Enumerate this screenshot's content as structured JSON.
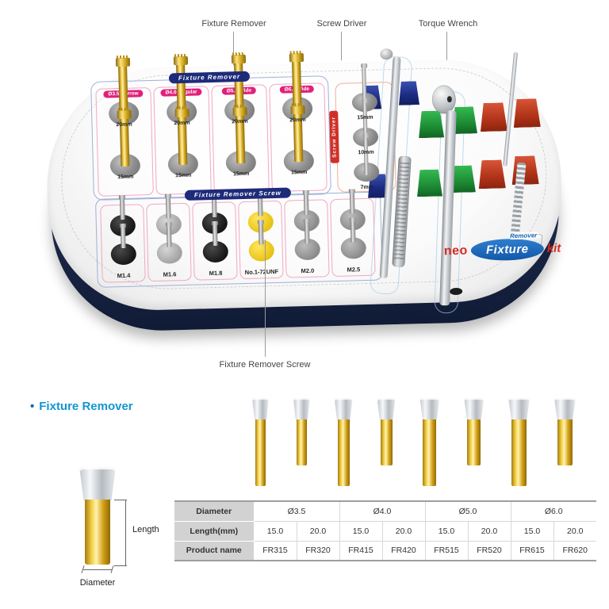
{
  "callouts": {
    "fixture_remover": "Fixture Remover",
    "screw_driver": "Screw Driver",
    "torque_wrench": "Torque Wrench",
    "fixture_remover_screw": "Fixture Remover Screw"
  },
  "kit": {
    "fr_banner": "Fixture Remover",
    "fr_columns": [
      {
        "label": "Ø3.5 Narrow",
        "top_size": "20mm",
        "bottom_size": "15mm"
      },
      {
        "label": "Ø4.0 Regular",
        "top_size": "20mm",
        "bottom_size": "15mm"
      },
      {
        "label": "Ø5.0 Wide",
        "top_size": "20mm",
        "bottom_size": "15mm"
      },
      {
        "label": "Ø6.0 Wide",
        "top_size": "20mm",
        "bottom_size": "15mm"
      }
    ],
    "sd_banner": "Screw Driver",
    "sd_sizes": [
      "15mm",
      "10mm",
      "7mm"
    ],
    "frs_banner": "Fixture Remover Screw",
    "frs_columns": [
      {
        "label": "M1.4"
      },
      {
        "label": "M1.6"
      },
      {
        "label": "M1.8"
      },
      {
        "label": "No.1-72UNF"
      },
      {
        "label": "M2.0"
      },
      {
        "label": "M2.5"
      }
    ],
    "logo": {
      "neo": "neo",
      "fixture": "Fixture",
      "remover": "Remover",
      "kit": "kit"
    }
  },
  "detail": {
    "heading_bullet": "•",
    "heading": "Fixture Remover",
    "length_label": "Length",
    "diameter_label": "Diameter"
  },
  "table": {
    "row_headers": [
      "Diameter",
      "Length(mm)",
      "Product name"
    ],
    "diameters": [
      "Ø3.5",
      "Ø4.0",
      "Ø5.0",
      "Ø6.0"
    ],
    "lengths": [
      "15.0",
      "20.0",
      "15.0",
      "20.0",
      "15.0",
      "20.0",
      "15.0",
      "20.0"
    ],
    "products": [
      "FR315",
      "FR320",
      "FR415",
      "FR420",
      "FR515",
      "FR520",
      "FR615",
      "FR620"
    ]
  },
  "colors": {
    "accent_cyan": "#1495cf",
    "bullet_blue": "#1467b4",
    "banner_navy": "#1e2b7a",
    "label_pink": "#e0207a",
    "banner_red": "#d03028",
    "tray_rim_navy": "#1b2847",
    "gold": "#e8c23a",
    "screw_yellow": "#e8c214",
    "block_green": "#1d8c34",
    "block_red": "#b03318",
    "block_navy": "#1b2a7e",
    "logo_red": "#d42a20",
    "logo_blue": "#1258a8",
    "table_header_gray": "#d2d2d2"
  }
}
